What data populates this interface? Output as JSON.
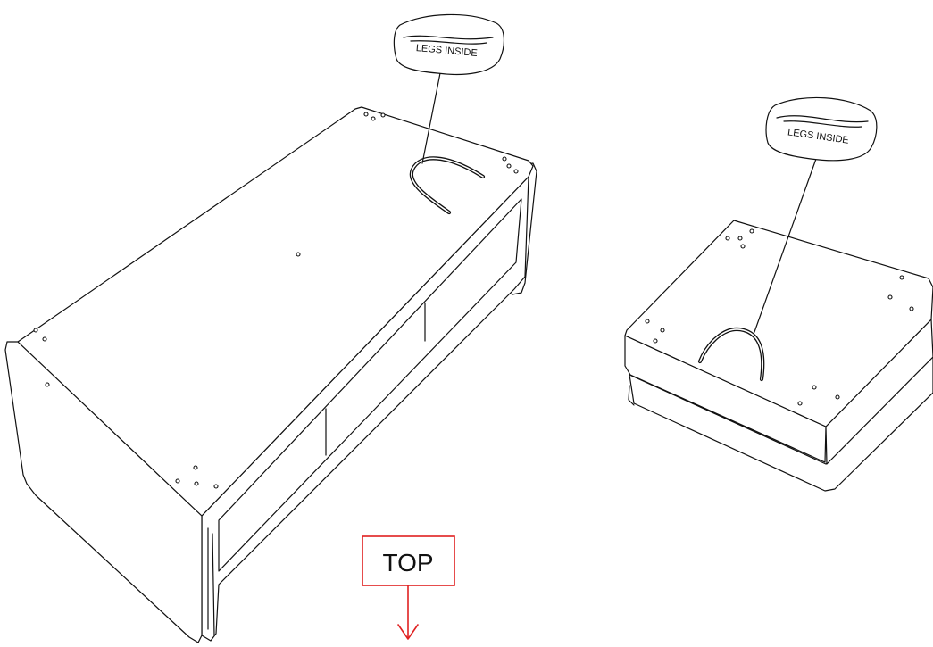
{
  "labels": {
    "tag_left": "LEGS INSIDE",
    "tag_right": "LEGS INSIDE",
    "top_marker": "TOP"
  },
  "colors": {
    "line": "#111111",
    "accent": "#e02020",
    "background": "#ffffff"
  }
}
